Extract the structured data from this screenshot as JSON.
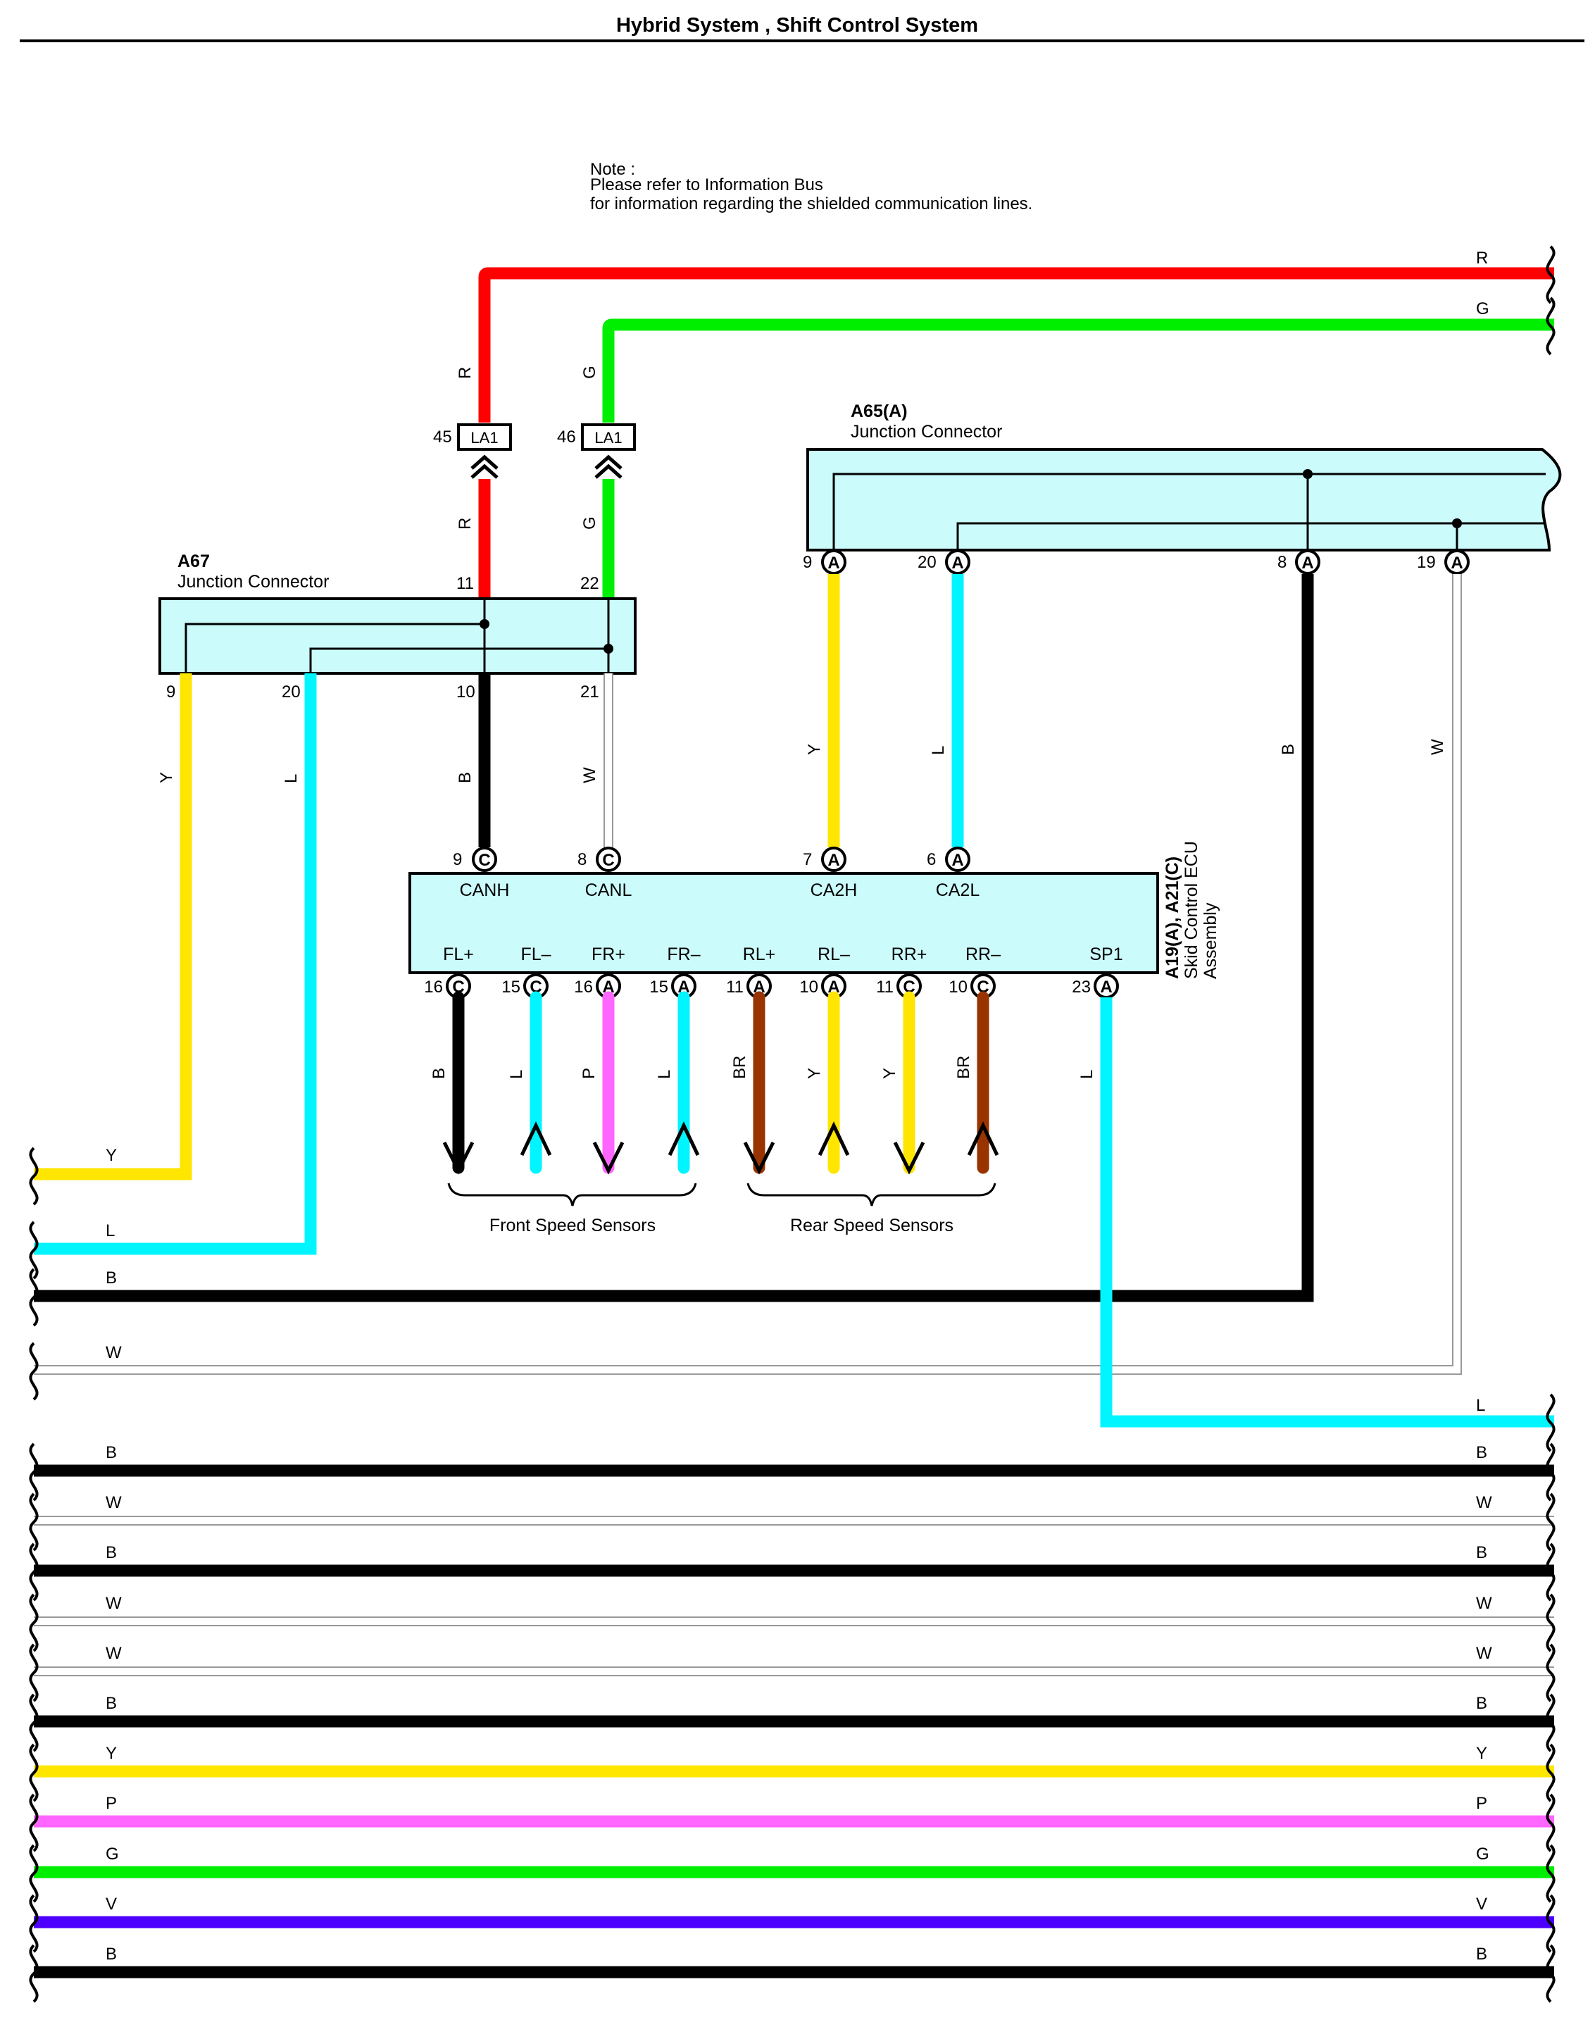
{
  "title": "Hybrid System , Shift Control System",
  "note": {
    "line1": "Note :",
    "line2": "Please refer to Information Bus",
    "line3": "for information regarding the shielded communication lines."
  },
  "colors": {
    "R": "#ff0000",
    "G": "#00ee00",
    "Y": "#ffe600",
    "L": "#00f5ff",
    "B": "#000000",
    "W": "#bfbfbf",
    "P": "#ff66ff",
    "BR": "#993300",
    "V": "#4d00ff",
    "box": "#ccfbfc"
  },
  "inline_connectors": [
    {
      "pin": "45",
      "name": "LA1",
      "wire": "R"
    },
    {
      "pin": "46",
      "name": "LA1",
      "wire": "G"
    }
  ],
  "a67": {
    "id": "A67",
    "name": "Junction Connector",
    "pins": [
      "11",
      "22",
      "9",
      "20",
      "10",
      "21"
    ]
  },
  "a65": {
    "id": "A65(A)",
    "name": "Junction Connector",
    "pins": [
      {
        "pin": "9",
        "letter": "A"
      },
      {
        "pin": "20",
        "letter": "A"
      },
      {
        "pin": "8",
        "letter": "A"
      },
      {
        "pin": "19",
        "letter": "A"
      }
    ]
  },
  "ecu": {
    "id": "A19(A), A21(C)",
    "name_line1": "Skid Control ECU",
    "name_line2": "Assembly",
    "top_terminals": [
      {
        "pin": "9",
        "letter": "C",
        "name": "CANH",
        "wire": "B"
      },
      {
        "pin": "8",
        "letter": "C",
        "name": "CANL",
        "wire": "W"
      },
      {
        "pin": "7",
        "letter": "A",
        "name": "CA2H",
        "wire": "Y"
      },
      {
        "pin": "6",
        "letter": "A",
        "name": "CA2L",
        "wire": "L"
      }
    ],
    "bottom_terminals": [
      {
        "pin": "16",
        "letter": "C",
        "name": "FL+",
        "wire": "B",
        "arrow": "out"
      },
      {
        "pin": "15",
        "letter": "C",
        "name": "FL–",
        "wire": "L",
        "arrow": "in"
      },
      {
        "pin": "16",
        "letter": "A",
        "name": "FR+",
        "wire": "P",
        "arrow": "out"
      },
      {
        "pin": "15",
        "letter": "A",
        "name": "FR–",
        "wire": "L",
        "arrow": "in"
      },
      {
        "pin": "11",
        "letter": "A",
        "name": "RL+",
        "wire": "BR",
        "arrow": "out"
      },
      {
        "pin": "10",
        "letter": "A",
        "name": "RL–",
        "wire": "Y",
        "arrow": "in"
      },
      {
        "pin": "11",
        "letter": "C",
        "name": "RR+",
        "wire": "Y",
        "arrow": "out"
      },
      {
        "pin": "10",
        "letter": "C",
        "name": "RR–",
        "wire": "BR",
        "arrow": "in"
      },
      {
        "pin": "23",
        "letter": "A",
        "name": "SP1",
        "wire": "L",
        "arrow": "none"
      }
    ]
  },
  "groups": {
    "front": "Front Speed Sensors",
    "rear": "Rear Speed Sensors"
  },
  "bus_lines": [
    "B",
    "W",
    "B",
    "W",
    "W",
    "B",
    "Y",
    "P",
    "G",
    "V",
    "B"
  ]
}
